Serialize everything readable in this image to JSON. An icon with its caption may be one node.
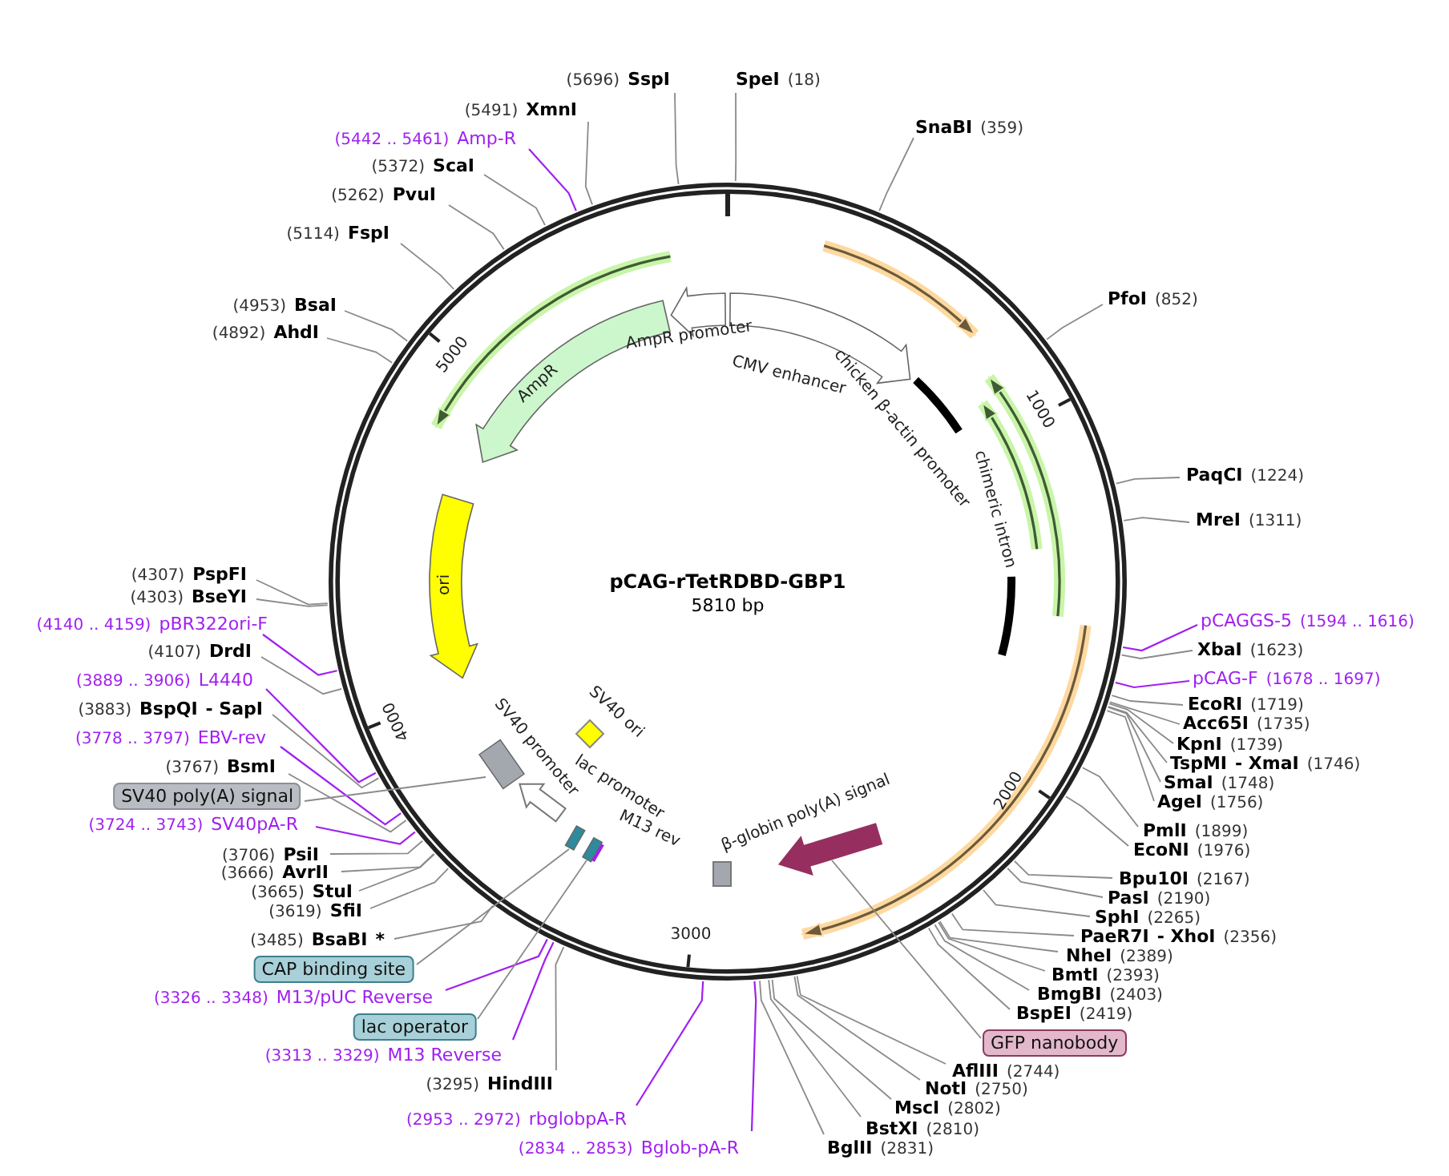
{
  "diagram": {
    "title": "pCAG-rTetRDBD-GBP1",
    "nodes": [
      {
        "text": [
          "(5696)",
          "SspI"
        ]
      },
      {
        "text": [
          "SpeI",
          "(18)"
        ]
      },
      {
        "text": [
          "(5491)",
          "XmnI"
        ]
      },
      {
        "text": [
          "(5442 .. 5461)",
          "Amp-R"
        ]
      },
      {
        "text": [
          "(5372)",
          "ScaI"
        ]
      },
      {
        "text": [
          "(5262)",
          "PvuI"
        ]
      },
      {
        "text": [
          "(5114)",
          "FspI"
        ]
      },
      {
        "text": [
          "SnaBI",
          "(359)"
        ]
      },
      {
        "text": [
          "PfoI",
          "(852)"
        ]
      },
      {
        "text": [
          "(4953)",
          "BsaI"
        ]
      },
      {
        "text": [
          "(4892)",
          "AhdI"
        ]
      },
      {
        "text": [
          "PaqCI",
          "(1224)"
        ]
      },
      {
        "text": [
          "MreI",
          "(1311)"
        ]
      },
      {
        "text": [
          "(4307)",
          "PspFI"
        ]
      },
      {
        "text": [
          "(4303)",
          "BseYI"
        ]
      },
      {
        "text": [
          "(4140 .. 4159)",
          "pBR322ori-F"
        ]
      },
      {
        "text": [
          "(4107)",
          "DrdI"
        ]
      },
      {
        "text": [
          "(3889 .. 3906)",
          "L4440"
        ]
      },
      {
        "text": [
          "(3883)",
          "BspQI",
          "- SapI"
        ]
      },
      {
        "text": [
          "(3778 .. 3797)",
          "EBV-rev"
        ]
      },
      {
        "text": [
          "(3767)",
          "BsmI"
        ]
      },
      {
        "text": [
          "SV40 poly(A) signal"
        ]
      },
      {
        "text": [
          "(3724 .. 3743)",
          "SV40pA-R"
        ]
      },
      {
        "text": [
          "(3706)",
          "PsiI"
        ]
      },
      {
        "text": [
          "(3666)",
          "AvrII"
        ]
      },
      {
        "text": [
          "(3665)",
          "StuI"
        ]
      },
      {
        "text": [
          "(3619)",
          "SfiI"
        ]
      },
      {
        "text": [
          "(3485)",
          "BsaBI",
          "*"
        ]
      },
      {
        "text": [
          "CAP binding site"
        ]
      },
      {
        "text": [
          "(3326 .. 3348)",
          "M13/pUC Reverse"
        ]
      },
      {
        "text": [
          "lac operator"
        ]
      },
      {
        "text": [
          "(3313 .. 3329)",
          "M13 Reverse"
        ]
      },
      {
        "text": [
          "(3295)",
          "HindIII"
        ]
      },
      {
        "text": [
          "(2953 .. 2972)",
          "rbglobpA-R"
        ]
      },
      {
        "text": [
          "(2834 .. 2853)",
          "Bglob-pA-R"
        ]
      },
      {
        "text": [
          "BglII",
          "(2831)"
        ]
      },
      {
        "text": [
          "BstXI",
          "(2810)"
        ]
      },
      {
        "text": [
          "MscI",
          "(2802)"
        ]
      },
      {
        "text": [
          "NotI",
          "(2750)"
        ]
      },
      {
        "text": [
          "AflIII",
          "(2744)"
        ]
      },
      {
        "text": [
          "GFP nanobody"
        ]
      },
      {
        "text": [
          "BspEI",
          "(2419)"
        ]
      },
      {
        "text": [
          "BmgBI",
          "(2403)"
        ]
      },
      {
        "text": [
          "BmtI",
          "(2393)"
        ]
      },
      {
        "text": [
          "NheI",
          "(2389)"
        ]
      },
      {
        "text": [
          "PaeR7I",
          "- XhoI",
          "(2356)"
        ]
      },
      {
        "text": [
          "SphI",
          "(2265)"
        ]
      },
      {
        "text": [
          "PasI",
          "(2190)"
        ]
      },
      {
        "text": [
          "Bpu10I",
          "(2167)"
        ]
      },
      {
        "text": [
          "EcoNI",
          "(1976)"
        ]
      },
      {
        "text": [
          "PmlI",
          "(1899)"
        ]
      },
      {
        "text": [
          "AgeI",
          "(1756)"
        ]
      },
      {
        "text": [
          "SmaI",
          "(1748)"
        ]
      },
      {
        "text": [
          "TspMI",
          "- XmaI",
          "(1746)"
        ]
      },
      {
        "text": [
          "KpnI",
          "(1739)"
        ]
      },
      {
        "text": [
          "Acc65I",
          "(1735)"
        ]
      },
      {
        "text": [
          "EcoRI",
          "(1719)"
        ]
      },
      {
        "text": [
          "pCAG-F",
          "(1678 .. 1697)"
        ]
      },
      {
        "text": [
          "XbaI",
          "(1623)"
        ]
      },
      {
        "text": [
          "pCAGGS-5",
          "(1594 .. 1616)"
        ]
      },
      {
        "text": [],
        "shape": "box"
      },
      {
        "text": [],
        "shape": "box"
      },
      {
        "text": [],
        "shape": "box"
      },
      {
        "text": [],
        "shape": "arrow"
      },
      {
        "text": [],
        "shape": "arrow"
      }
    ],
    "edges": [
      {
        "from": 0,
        "to": null,
        "arrow": "none"
      },
      {
        "from": 1,
        "to": null,
        "arrow": "none"
      },
      {
        "from": 2,
        "to": null,
        "arrow": "none"
      },
      {
        "from": 3,
        "to": null,
        "arrow": "none",
        "color": "#a020f0"
      },
      {
        "from": 4,
        "to": null,
        "arrow": "none"
      },
      {
        "from": 5,
        "to": null,
        "arrow": "none"
      },
      {
        "from": 6,
        "to": null,
        "arrow": "none"
      },
      {
        "from": 7,
        "to": null,
        "arrow": "none"
      },
      {
        "from": 8,
        "to": null,
        "arrow": "none"
      },
      {
        "from": 9,
        "to": null,
        "arrow": "none"
      },
      {
        "from": 10,
        "to": null,
        "arrow": "none"
      },
      {
        "from": 11,
        "to": null,
        "arrow": "none"
      },
      {
        "from": 12,
        "to": null,
        "arrow": "none"
      },
      {
        "from": 13,
        "to": null,
        "arrow": "none"
      },
      {
        "from": 14,
        "to": null,
        "arrow": "none"
      },
      {
        "from": 15,
        "to": null,
        "arrow": "none",
        "color": "#a020f0"
      },
      {
        "from": 16,
        "to": null,
        "arrow": "none"
      },
      {
        "from": 17,
        "to": null,
        "arrow": "none",
        "color": "#a020f0"
      },
      {
        "from": 18,
        "to": null,
        "arrow": "none"
      },
      {
        "from": 19,
        "to": null,
        "arrow": "none",
        "color": "#a020f0"
      },
      {
        "from": 20,
        "to": null,
        "arrow": "none"
      },
      {
        "from": 21,
        "to": 60,
        "arrow": "none"
      },
      {
        "from": 22,
        "to": null,
        "arrow": "none",
        "color": "#a020f0"
      },
      {
        "from": 23,
        "to": null,
        "arrow": "none"
      },
      {
        "from": 24,
        "to": null,
        "arrow": "none"
      },
      {
        "from": 25,
        "to": null,
        "arrow": "none"
      },
      {
        "from": 26,
        "to": null,
        "arrow": "none"
      },
      {
        "from": 27,
        "to": null,
        "arrow": "none"
      },
      {
        "from": 28,
        "to": 61,
        "arrow": "none"
      },
      {
        "from": 29,
        "to": null,
        "arrow": "none",
        "color": "#a020f0"
      },
      {
        "from": 30,
        "to": 62,
        "arrow": "none"
      },
      {
        "from": 31,
        "to": null,
        "arrow": "none",
        "color": "#a020f0"
      },
      {
        "from": 32,
        "to": null,
        "arrow": "none"
      },
      {
        "from": 33,
        "to": null,
        "arrow": "none",
        "color": "#a020f0"
      },
      {
        "from": 34,
        "to": null,
        "arrow": "none",
        "color": "#a020f0"
      },
      {
        "from": 35,
        "to": null,
        "arrow": "none"
      },
      {
        "from": 36,
        "to": null,
        "arrow": "none"
      },
      {
        "from": 37,
        "to": null,
        "arrow": "none"
      },
      {
        "from": 38,
        "to": null,
        "arrow": "none"
      },
      {
        "from": 39,
        "to": null,
        "arrow": "none"
      },
      {
        "from": 40,
        "to": 63,
        "arrow": "none"
      },
      {
        "from": 41,
        "to": null,
        "arrow": "none"
      },
      {
        "from": 42,
        "to": null,
        "arrow": "none"
      },
      {
        "from": 43,
        "to": null,
        "arrow": "none"
      },
      {
        "from": 44,
        "to": null,
        "arrow": "none"
      },
      {
        "from": 45,
        "to": null,
        "arrow": "none"
      },
      {
        "from": 46,
        "to": null,
        "arrow": "none"
      },
      {
        "from": 47,
        "to": null,
        "arrow": "none"
      },
      {
        "from": 48,
        "to": null,
        "arrow": "none"
      },
      {
        "from": 49,
        "to": null,
        "arrow": "none"
      },
      {
        "from": 50,
        "to": null,
        "arrow": "none"
      },
      {
        "from": 51,
        "to": null,
        "arrow": "none"
      },
      {
        "from": 52,
        "to": null,
        "arrow": "none"
      },
      {
        "from": 53,
        "to": null,
        "arrow": "none"
      },
      {
        "from": 54,
        "to": null,
        "arrow": "none"
      },
      {
        "from": 55,
        "to": null,
        "arrow": "none"
      },
      {
        "from": 56,
        "to": null,
        "arrow": "none"
      },
      {
        "from": 57,
        "to": null,
        "arrow": "none",
        "color": "#a020f0"
      },
      {
        "from": 58,
        "to": null,
        "arrow": "none"
      },
      {
        "from": 59,
        "to": null,
        "arrow": "none",
        "color": "#a020f0"
      }
    ],
    "labels": [
      "5810 bp",
      "1000",
      "2000",
      "3000",
      "4000",
      "5000",
      "AmpR promoter",
      "CMV enhancer",
      "chicken β-actin promoter",
      "chimeric intron",
      "AmpR",
      "ori",
      "SV40 ori",
      "SV40 promoter",
      "lac promoter",
      "M13 rev",
      "β-globin poly(A) signal"
    ]
  }
}
